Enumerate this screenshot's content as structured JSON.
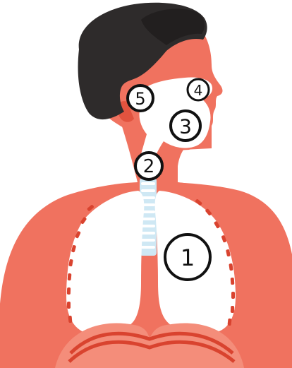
{
  "diagram": {
    "labels": [
      {
        "id": "lungs",
        "text": "1"
      },
      {
        "id": "trachea",
        "text": "2"
      },
      {
        "id": "mouth",
        "text": "3"
      },
      {
        "id": "nose",
        "text": "4"
      },
      {
        "id": "nasal-cavity",
        "text": "5"
      }
    ],
    "colors": {
      "skin": "#f0725f",
      "skin_light": "#f48d7a",
      "skin_dark": "#e2533f",
      "hair": "#2e2b2b",
      "hair_dark": "#221f1f",
      "diaphragm": "#d9432f",
      "trachea": "#cfe8f4",
      "airway": "#ffffff"
    }
  }
}
